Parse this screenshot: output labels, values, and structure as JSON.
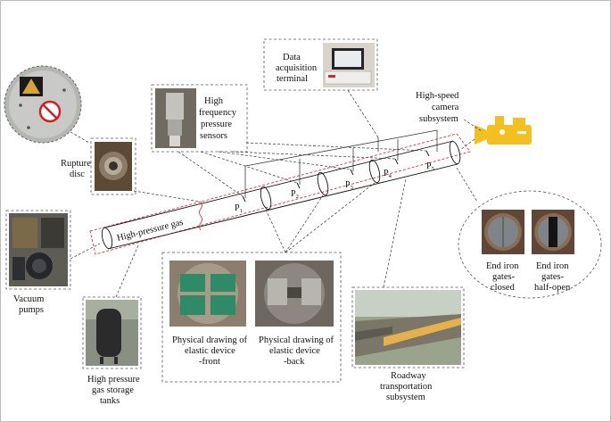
{
  "labels": {
    "rupture_disc": [
      "Rupture",
      "disc"
    ],
    "vacuum_pumps": [
      "Vacuum",
      "pumps"
    ],
    "gas_tanks": [
      "High pressure",
      "gas storage",
      "tanks"
    ],
    "pressure_sensors": [
      "High",
      "frequency",
      "pressure",
      "sensors"
    ],
    "data_terminal": [
      "Data",
      "acquisition",
      "terminal"
    ],
    "camera": [
      "High-speed",
      "camera",
      "subsystem"
    ],
    "gates_closed": [
      "End iron",
      "gates-",
      "closed"
    ],
    "gates_half_open": [
      "End iron",
      "gates-",
      "half-open"
    ],
    "elastic_front": [
      "Physical drawing of",
      "elastic device",
      "-front"
    ],
    "elastic_back": [
      "Physical drawing of",
      "elastic device",
      "-back"
    ],
    "roadway": [
      "Roadway",
      "transportation",
      "subsystem"
    ],
    "pipe_label": "High-pressure gas"
  },
  "sensors": [
    {
      "base": "P",
      "sub": "1"
    },
    {
      "base": "P",
      "sub": "2"
    },
    {
      "base": "P",
      "sub": "3"
    },
    {
      "base": "P",
      "sub": "4"
    },
    {
      "base": "P",
      "sub": "5"
    }
  ],
  "icons": [
    "rupture-disc-photo",
    "camera-icon",
    "vacuum-pump-photo",
    "gas-tank-photo",
    "sensor-photo",
    "laptop-photo",
    "iron-gate-photo",
    "elastic-device-photo",
    "roadway-photo"
  ],
  "colors": {
    "accent_red": "#e0303a",
    "camera_yellow": "#f4c020",
    "frame_gray": "#555555"
  }
}
